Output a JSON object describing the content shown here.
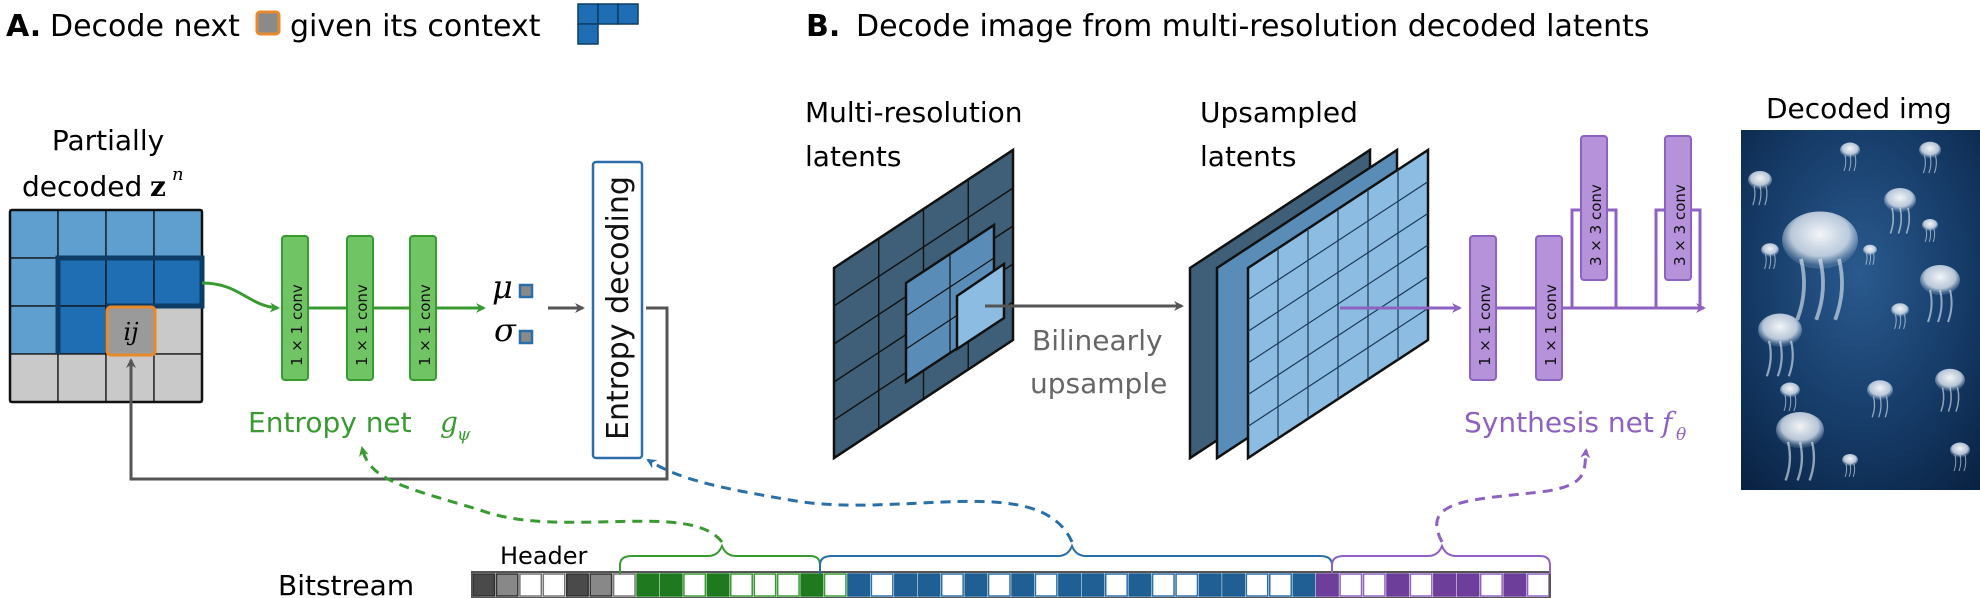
{
  "panel_a": {
    "title_bold": "A.",
    "title_text_1": "Decode next",
    "title_text_2": "given its context",
    "context_label_line1": "Partially",
    "context_label_line2": "decoded",
    "context_label_var": "z",
    "context_label_sup": "n",
    "current_pixel_label": "ij",
    "conv_layers": [
      "1 × 1 conv",
      "1 × 1 conv",
      "1 × 1 conv"
    ],
    "mu_label": "μ",
    "sigma_label": "σ",
    "entropy_decoding_label": "Entropy decoding",
    "entropy_net_label": "Entropy net",
    "entropy_net_symbol": "g",
    "entropy_net_sub": "ψ"
  },
  "panel_b": {
    "title_bold": "B.",
    "title_text": "Decode image from multi-resolution decoded latents",
    "multires_label_line1": "Multi-resolution",
    "multires_label_line2": "latents",
    "upsampled_label_line1": "Upsampled",
    "upsampled_label_line2": "latents",
    "upsample_op_line1": "Bilinearly",
    "upsample_op_line2": "upsample",
    "synthesis_convs": [
      "1 × 1 conv",
      "1 × 1 conv",
      "3 × 3 conv",
      "3 × 3 conv"
    ],
    "synthesis_net_label": "Synthesis net",
    "synthesis_net_symbol": "f",
    "synthesis_net_sub": "θ",
    "decoded_label": "Decoded img"
  },
  "bitstream": {
    "label": "Bitstream",
    "header_label": "Header",
    "cells": [
      "dark",
      "gray",
      "light",
      "light",
      "dark",
      "gray",
      "light",
      "green",
      "green",
      "light",
      "green",
      "light",
      "light",
      "light",
      "green",
      "light",
      "blue",
      "light",
      "blue",
      "blue",
      "light",
      "blue",
      "light",
      "blue",
      "light",
      "blue",
      "blue",
      "light",
      "blue",
      "light",
      "light",
      "blue",
      "blue",
      "light",
      "light",
      "blue",
      "purple",
      "light",
      "light",
      "purple",
      "light",
      "purple",
      "purple",
      "light",
      "purple",
      "light"
    ]
  },
  "colors": {
    "green": "#3a9a32",
    "green_fill": "#70c463",
    "blue": "#2a6fa8",
    "blue_fill": "#5e9fd0",
    "blue_dark_fill": "#1f6eb4",
    "purple": "#8e62c0",
    "purple_fill": "#b592d9",
    "orange": "#e8892c",
    "gray": "#555555",
    "latent_dark": "#3f5f78",
    "latent_light": "#8dbce2"
  },
  "icons": {
    "next_pixel": "orange-square-icon",
    "context": "context-l-shape-icon",
    "decoded_image": "jellyfish-photo"
  }
}
